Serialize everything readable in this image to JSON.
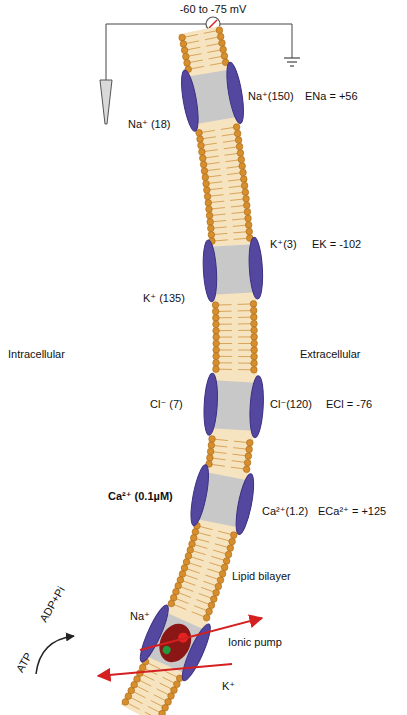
{
  "diagram": {
    "labels": [
      "-60 to -75 mV",
      "Na⁺(150)",
      "ENa = +56",
      "Na⁺ (18)",
      "K⁺(3)",
      "EK = -102",
      "K⁺ (135)",
      "Intracellular",
      "Extracellular",
      "Cl⁻ (7)",
      "Cl⁻(120)",
      "ECl = -76",
      "Ca²⁺ (0.1µM)",
      "Ca²⁺(1.2)",
      "ECa²⁺ = +125",
      "Lipid bilayer",
      "ADP+Pi",
      "Na⁺",
      "Ionic pump",
      "ATP",
      "K⁺"
    ]
  }
}
